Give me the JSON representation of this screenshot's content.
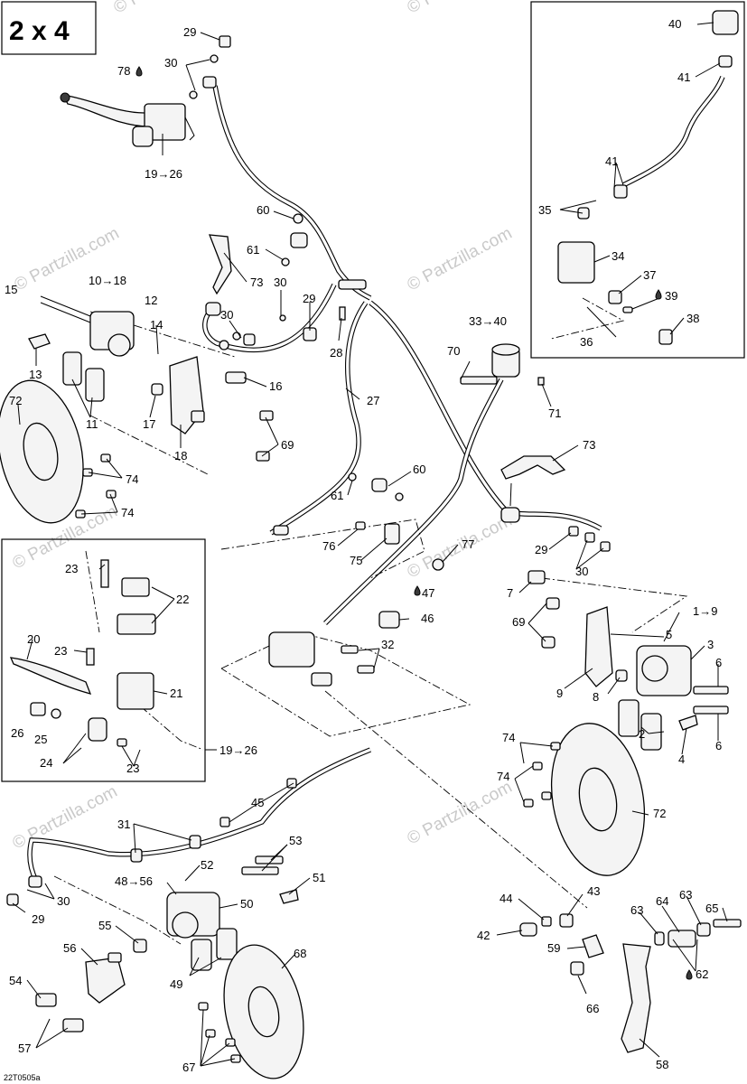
{
  "title": "2 x 4",
  "drawing_code": "22T0505a",
  "watermarks": [
    "© Partzilla.com",
    "© Partzilla.com",
    "© Partzilla.com",
    "© Partzilla.com",
    "© Partzilla.com",
    "© Partzilla.com",
    "© Partzilla.com",
    "© Partzilla.com"
  ],
  "inset_top_right": {
    "labels": [
      "40",
      "41",
      "41",
      "35",
      "34",
      "37",
      "39",
      "38",
      "36"
    ]
  },
  "inset_left": {
    "labels": [
      "23",
      "22",
      "20",
      "23",
      "21",
      "26",
      "25",
      "24",
      "23",
      "19→26"
    ]
  },
  "main_labels": [
    "29",
    "30",
    "78",
    "19→26",
    "60",
    "61",
    "73",
    "30",
    "29",
    "30",
    "28",
    "15",
    "10→18",
    "12",
    "14",
    "13",
    "11",
    "16",
    "17",
    "18",
    "69",
    "72",
    "74",
    "74",
    "27",
    "33→40",
    "70",
    "71",
    "60",
    "61",
    "73",
    "76",
    "75",
    "77",
    "29",
    "30",
    "47",
    "46",
    "7",
    "1→9",
    "69",
    "5",
    "3",
    "6",
    "9",
    "8",
    "6",
    "2",
    "4",
    "32",
    "74",
    "74",
    "72",
    "45",
    "31",
    "53",
    "52",
    "51",
    "48→56",
    "50",
    "55",
    "30",
    "29",
    "56",
    "54",
    "57",
    "49",
    "68",
    "67",
    "44",
    "43",
    "65",
    "42",
    "63",
    "64",
    "63",
    "59",
    "62",
    "66",
    "58"
  ]
}
